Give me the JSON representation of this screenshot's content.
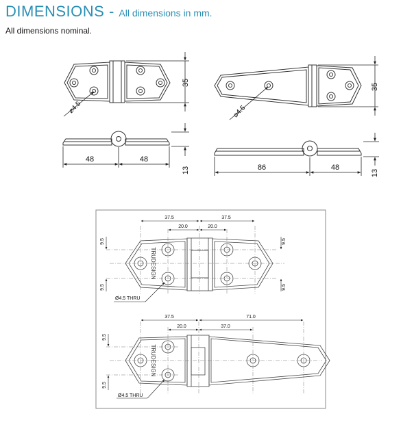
{
  "header": {
    "title": "DIMENSIONS",
    "separator": " - ",
    "subtitle": "All dimensions in mm."
  },
  "note": "All dimensions nominal.",
  "top_left": {
    "hole_dia": "4.5",
    "height": "35",
    "left_width": "48",
    "right_width": "48",
    "thickness": "13"
  },
  "top_right": {
    "hole_dia": "4.5",
    "height": "35",
    "left_width": "86",
    "right_width": "48",
    "thickness": "13"
  },
  "detail": {
    "brand": "TRUDESIGN",
    "upper": {
      "span_left": "37.5",
      "span_right": "37.5",
      "pitch_left": "20.0",
      "pitch_right": "20.0",
      "offset_top_left": "9.5",
      "offset_bottom_left": "9.5",
      "offset_top_right": "9.5",
      "offset_bottom_right": "9.5",
      "thru_label": "Ø4.5 THRU"
    },
    "lower": {
      "span_left": "37.5",
      "span_right": "71.0",
      "pitch_left": "20.0",
      "pitch_right": "37.0",
      "offset_top_left": "9.5",
      "offset_bottom_left": "9.5",
      "thru_label": "Ø4.5 THRU"
    }
  },
  "colors": {
    "accent": "#2a8fb5",
    "line": "#333333"
  }
}
